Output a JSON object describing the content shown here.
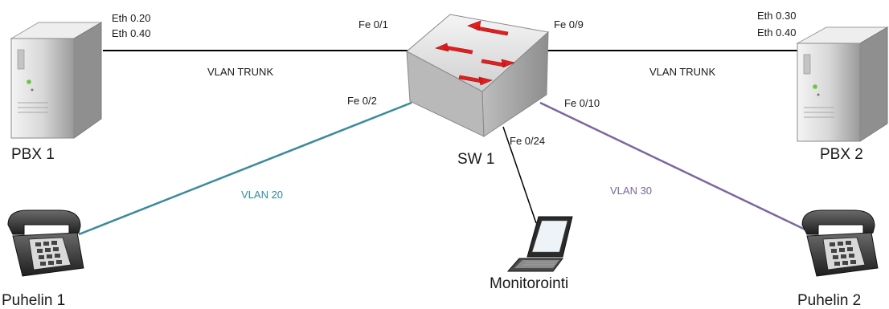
{
  "nodes": {
    "pbx1": {
      "label": "PBX 1",
      "eth_top": "Eth 0.20",
      "eth_bottom": "Eth 0.40"
    },
    "pbx2": {
      "label": "PBX 2",
      "eth_top": "Eth 0.30",
      "eth_bottom": "Eth 0.40"
    },
    "switch": {
      "label": "SW 1"
    },
    "phone1": {
      "label": "Puhelin 1"
    },
    "phone2": {
      "label": "Puhelin 2"
    },
    "laptop": {
      "label": "Monitorointi"
    }
  },
  "links": {
    "pbx1_switch": {
      "port": "Fe 0/1",
      "vlan": "VLAN TRUNK",
      "color": "#000000"
    },
    "switch_pbx2": {
      "port": "Fe 0/9",
      "vlan": "VLAN TRUNK",
      "color": "#000000"
    },
    "switch_phone1": {
      "port": "Fe 0/2",
      "vlan": "VLAN 20",
      "color": "#3b8a9c"
    },
    "switch_phone2": {
      "port": "Fe 0/10",
      "vlan": "VLAN 30",
      "color": "#7b66a0"
    },
    "switch_laptop": {
      "port": "Fe 0/24",
      "color": "#000000"
    }
  },
  "colors": {
    "switch_arrows": "#e02020",
    "server_body": "#d9d9d9",
    "phone_body": "#3a3a3a"
  }
}
